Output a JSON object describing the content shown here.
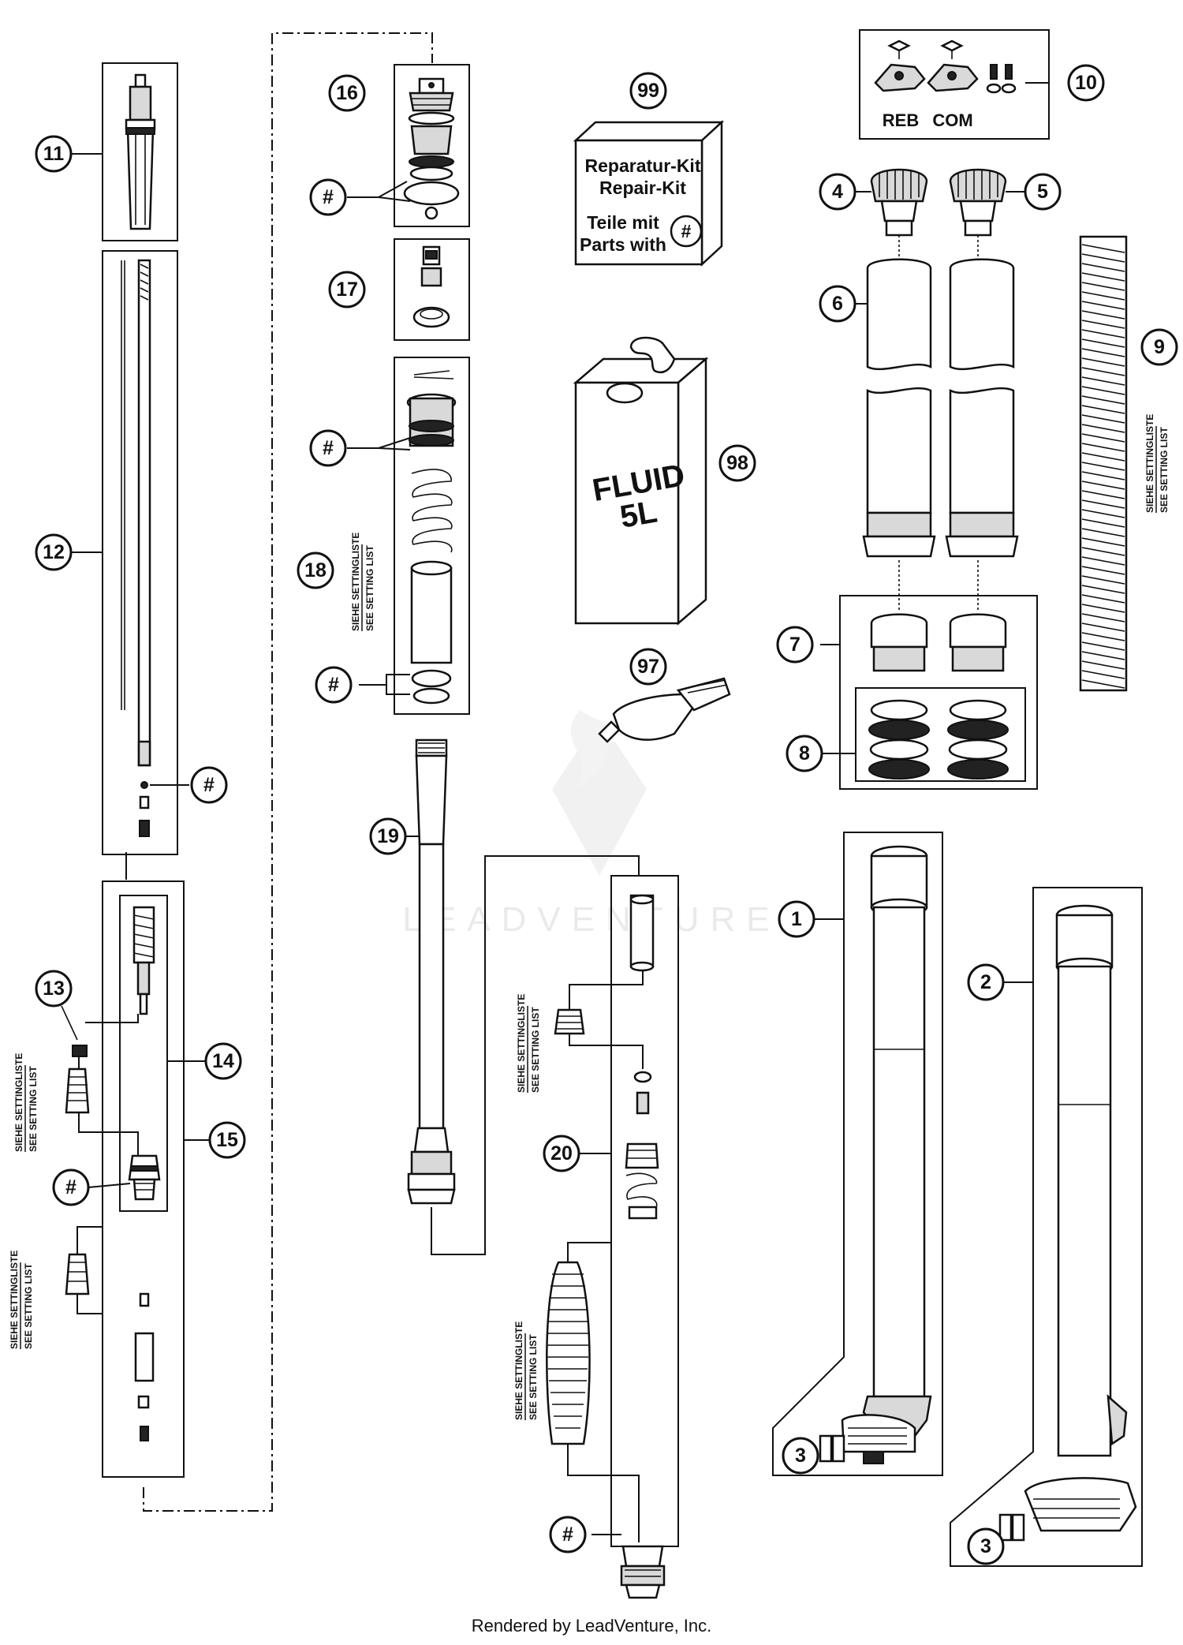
{
  "callouts": [
    {
      "id": "c11",
      "label": "11"
    },
    {
      "id": "c12",
      "label": "12"
    },
    {
      "id": "c13",
      "label": "13"
    },
    {
      "id": "c14",
      "label": "14"
    },
    {
      "id": "c15",
      "label": "15"
    },
    {
      "id": "c16",
      "label": "16"
    },
    {
      "id": "c17",
      "label": "17"
    },
    {
      "id": "c18",
      "label": "18"
    },
    {
      "id": "c19",
      "label": "19"
    },
    {
      "id": "c20",
      "label": "20"
    },
    {
      "id": "c99",
      "label": "99"
    },
    {
      "id": "c98",
      "label": "98"
    },
    {
      "id": "c97",
      "label": "97"
    },
    {
      "id": "c10",
      "label": "10"
    },
    {
      "id": "c4",
      "label": "4"
    },
    {
      "id": "c5",
      "label": "5"
    },
    {
      "id": "c6",
      "label": "6"
    },
    {
      "id": "c7",
      "label": "7"
    },
    {
      "id": "c8",
      "label": "8"
    },
    {
      "id": "c9",
      "label": "9"
    },
    {
      "id": "c1",
      "label": "1"
    },
    {
      "id": "c2",
      "label": "2"
    },
    {
      "id": "c3a",
      "label": "3"
    },
    {
      "id": "c3b",
      "label": "3"
    }
  ],
  "hash_label": "#",
  "repair_kit": {
    "line1": "Reparatur-Kit",
    "line2": "Repair-Kit",
    "line3": "Teile mit",
    "line4": "Parts with",
    "symbol": "#"
  },
  "adjusters": {
    "reb": "REB",
    "com": "COM"
  },
  "fluid_can": {
    "line1": "FLUID",
    "line2": "5L"
  },
  "setting_note": {
    "de": "SIEHE SETTINGLISTE",
    "en": "SEE SETTING LIST"
  },
  "watermark": "LEADVENTURE",
  "footer": "Rendered by LeadVenture, Inc."
}
